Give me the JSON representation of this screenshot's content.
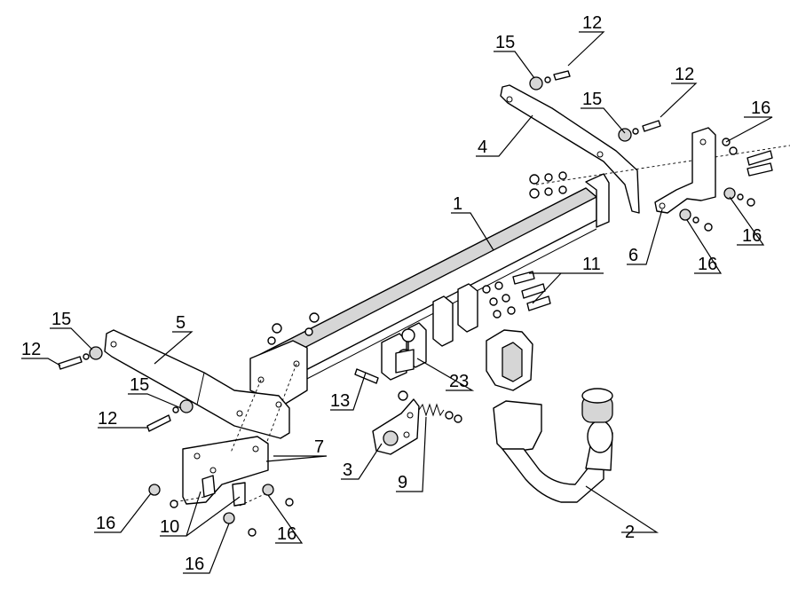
{
  "callouts": [
    {
      "id": "c1",
      "text": "1"
    },
    {
      "id": "c2",
      "text": "2"
    },
    {
      "id": "c3",
      "text": "3"
    },
    {
      "id": "c4",
      "text": "4"
    },
    {
      "id": "c5",
      "text": "5"
    },
    {
      "id": "c6",
      "text": "6"
    },
    {
      "id": "c7",
      "text": "7"
    },
    {
      "id": "c9",
      "text": "9"
    },
    {
      "id": "c10",
      "text": "10"
    },
    {
      "id": "c11",
      "text": "11"
    },
    {
      "id": "c12a",
      "text": "12"
    },
    {
      "id": "c12b",
      "text": "12"
    },
    {
      "id": "c12c",
      "text": "12"
    },
    {
      "id": "c12d",
      "text": "12"
    },
    {
      "id": "c13",
      "text": "13"
    },
    {
      "id": "c15a",
      "text": "15"
    },
    {
      "id": "c15b",
      "text": "15"
    },
    {
      "id": "c15c",
      "text": "15"
    },
    {
      "id": "c15d",
      "text": "15"
    },
    {
      "id": "c16a",
      "text": "16"
    },
    {
      "id": "c16b",
      "text": "16"
    },
    {
      "id": "c16c",
      "text": "16"
    },
    {
      "id": "c16d",
      "text": "16"
    },
    {
      "id": "c16e",
      "text": "16"
    },
    {
      "id": "c16f",
      "text": "16"
    },
    {
      "id": "c23",
      "text": "23"
    }
  ]
}
